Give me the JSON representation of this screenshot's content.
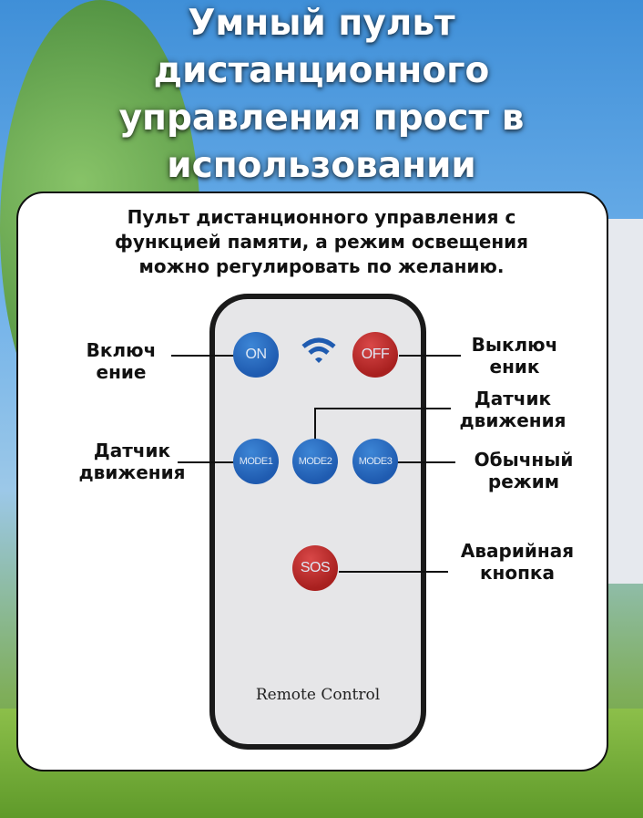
{
  "title": {
    "line1": "Умный пульт",
    "line2": "дистанционного",
    "line3": "управления прост в",
    "line4": "использовании"
  },
  "subtitle": {
    "line1": "Пульт дистанционного управления с",
    "line2": "функцией памяти, а режим освещения",
    "line3": "можно регулировать по желанию."
  },
  "remote": {
    "brand_label": "Remote Control",
    "buttons": {
      "on": "ON",
      "off": "OFF",
      "mode1": "MODE1",
      "mode2": "MODE2",
      "mode3": "MODE3",
      "sos": "SOS"
    }
  },
  "labels": {
    "on": {
      "l1": "Включ",
      "l2": "ение"
    },
    "off": {
      "l1": "Выключ",
      "l2": "еник"
    },
    "mode2": {
      "l1": "Датчик",
      "l2": "движения"
    },
    "mode1": {
      "l1": "Датчик",
      "l2": "движения"
    },
    "mode3": {
      "l1": "Обычный",
      "l2": "режим"
    },
    "sos": {
      "l1": "Аварийная",
      "l2": "кнопка"
    }
  },
  "colors": {
    "blue_button": "#1f5bb0",
    "red_button": "#a8201f"
  }
}
